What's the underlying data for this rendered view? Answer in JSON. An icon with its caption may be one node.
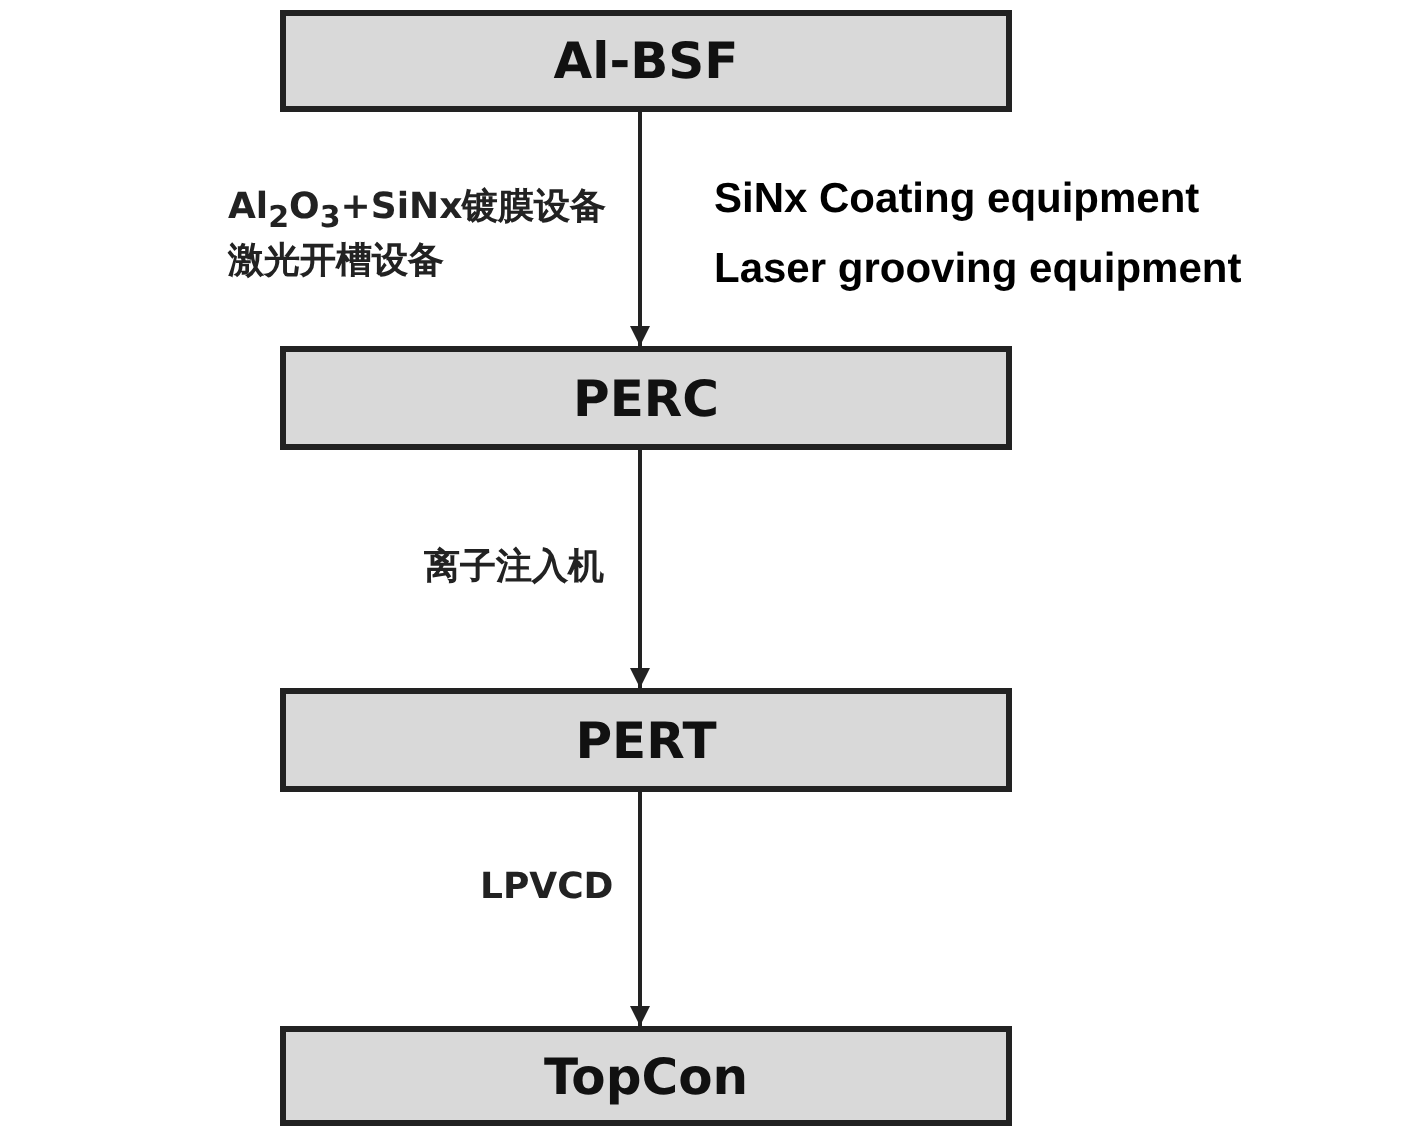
{
  "diagram": {
    "nodes": [
      {
        "text": [
          "Al-BSF"
        ]
      },
      {
        "text": [
          "PERC"
        ]
      },
      {
        "text": [
          "PERT"
        ]
      },
      {
        "text": [
          "TopCon"
        ]
      }
    ],
    "edges": [
      {
        "from": 0,
        "to": 1,
        "arrow": "to",
        "label": "Al$_{2}$O$_{3}$+SiNx镀膜设备激光开槽设备"
      },
      {
        "from": 1,
        "to": 2,
        "arrow": "to",
        "label": "离子注入机"
      },
      {
        "from": 2,
        "to": 3,
        "arrow": "to",
        "label": "LPVCD"
      }
    ],
    "labels": [
      "SiNx Coating equipment",
      "Laser grooving equipment"
    ]
  }
}
